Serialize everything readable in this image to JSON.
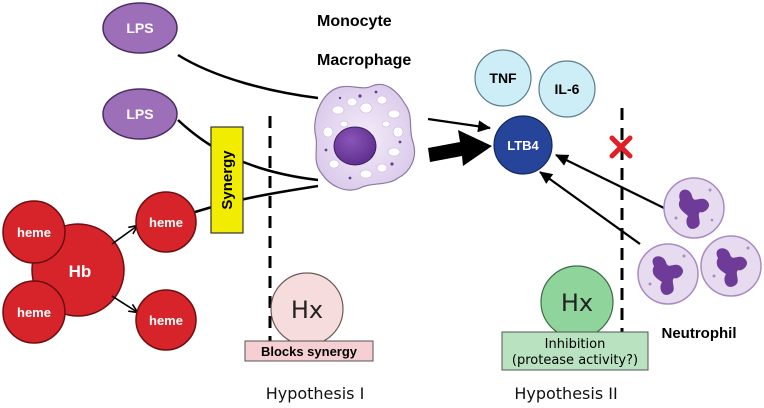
{
  "labels": {
    "monocyte": "Monocyte",
    "macrophage": "Macrophage",
    "neutrophil": "Neutrophil",
    "synergy": "Synergy",
    "blocks_synergy": "Blocks synergy",
    "inhibition_line1": "Inhibition",
    "inhibition_line2": "(protease activity?)",
    "hypothesis1": "Hypothesis I",
    "hypothesis2": "Hypothesis II"
  },
  "nodes": {
    "lps": "LPS",
    "heme": "heme",
    "hb": "Hb",
    "hx": "Hx",
    "tnf": "TNF",
    "il6": "IL-6",
    "ltb4": "LTB4"
  },
  "colors": {
    "lps_fill": "#9e6fb9",
    "heme_fill": "#d7242a",
    "synergy_fill": "#f2ec00",
    "hx_fill_left": "#f6dcdc",
    "hx_fill_right": "#8fd49b",
    "inhibition_fill": "#b8e2c0",
    "blocks_fill": "#f6cfd3",
    "cytokine_fill": "#cdeef6",
    "ltb4_fill": "#27449b",
    "cross": "#e01f26"
  },
  "icons": {
    "macrophage": "macrophage-cell-icon",
    "neutrophil": "neutrophil-cell-icon",
    "block": "red-x-icon"
  }
}
